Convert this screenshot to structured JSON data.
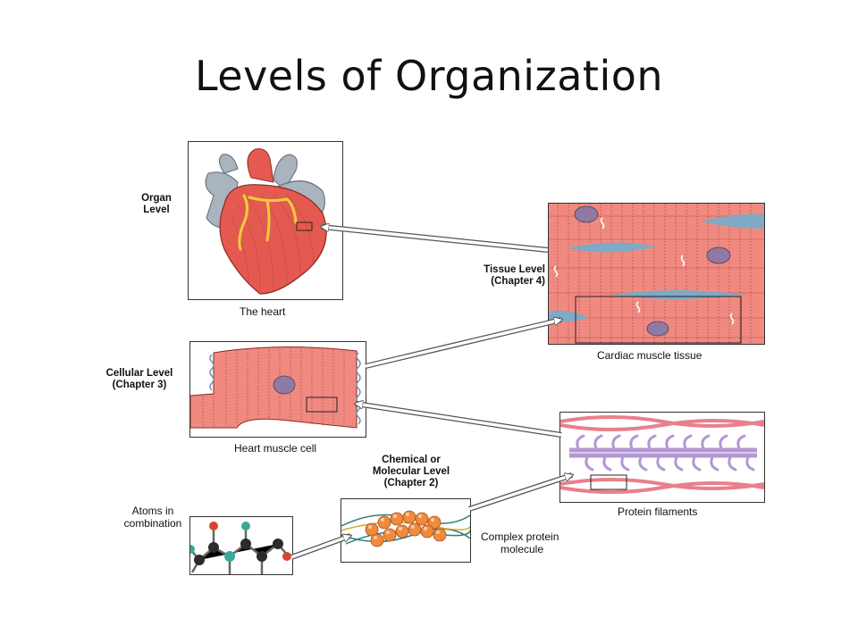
{
  "title": "Levels of Organization",
  "levels": {
    "organ": {
      "line1": "Organ",
      "line2": "Level"
    },
    "tissue": {
      "line1": "Tissue Level",
      "line2": "(Chapter 4)"
    },
    "cellular": {
      "line1": "Cellular Level",
      "line2": "(Chapter 3)"
    },
    "chemical": {
      "line1": "Chemical or",
      "line2": "Molecular Level",
      "line3": "(Chapter 2)"
    }
  },
  "captions": {
    "heart": "The heart",
    "tissue": "Cardiac muscle tissue",
    "cell": "Heart muscle cell",
    "filaments": "Protein filaments",
    "protein": {
      "line1": "Complex protein",
      "line2": "molecule"
    },
    "atoms": {
      "line1": "Atoms in",
      "line2": "combination"
    }
  },
  "colors": {
    "muscle": "#f08a80",
    "muscle_dark": "#c9544c",
    "heart_red": "#e55a50",
    "vessel_gray": "#a9b4bf",
    "fat_yellow": "#f2cc3c",
    "tissue_gap": "#7fa9c4",
    "nucleus": "#8e7aa3",
    "filament_purple": "#b497d6",
    "filament_red": "#e8808b",
    "sphere_orange": "#f08a3c",
    "atom_black": "#2b2b2b",
    "atom_teal": "#3aa89a",
    "atom_red": "#d9452c",
    "arrow_outline": "#555555"
  }
}
